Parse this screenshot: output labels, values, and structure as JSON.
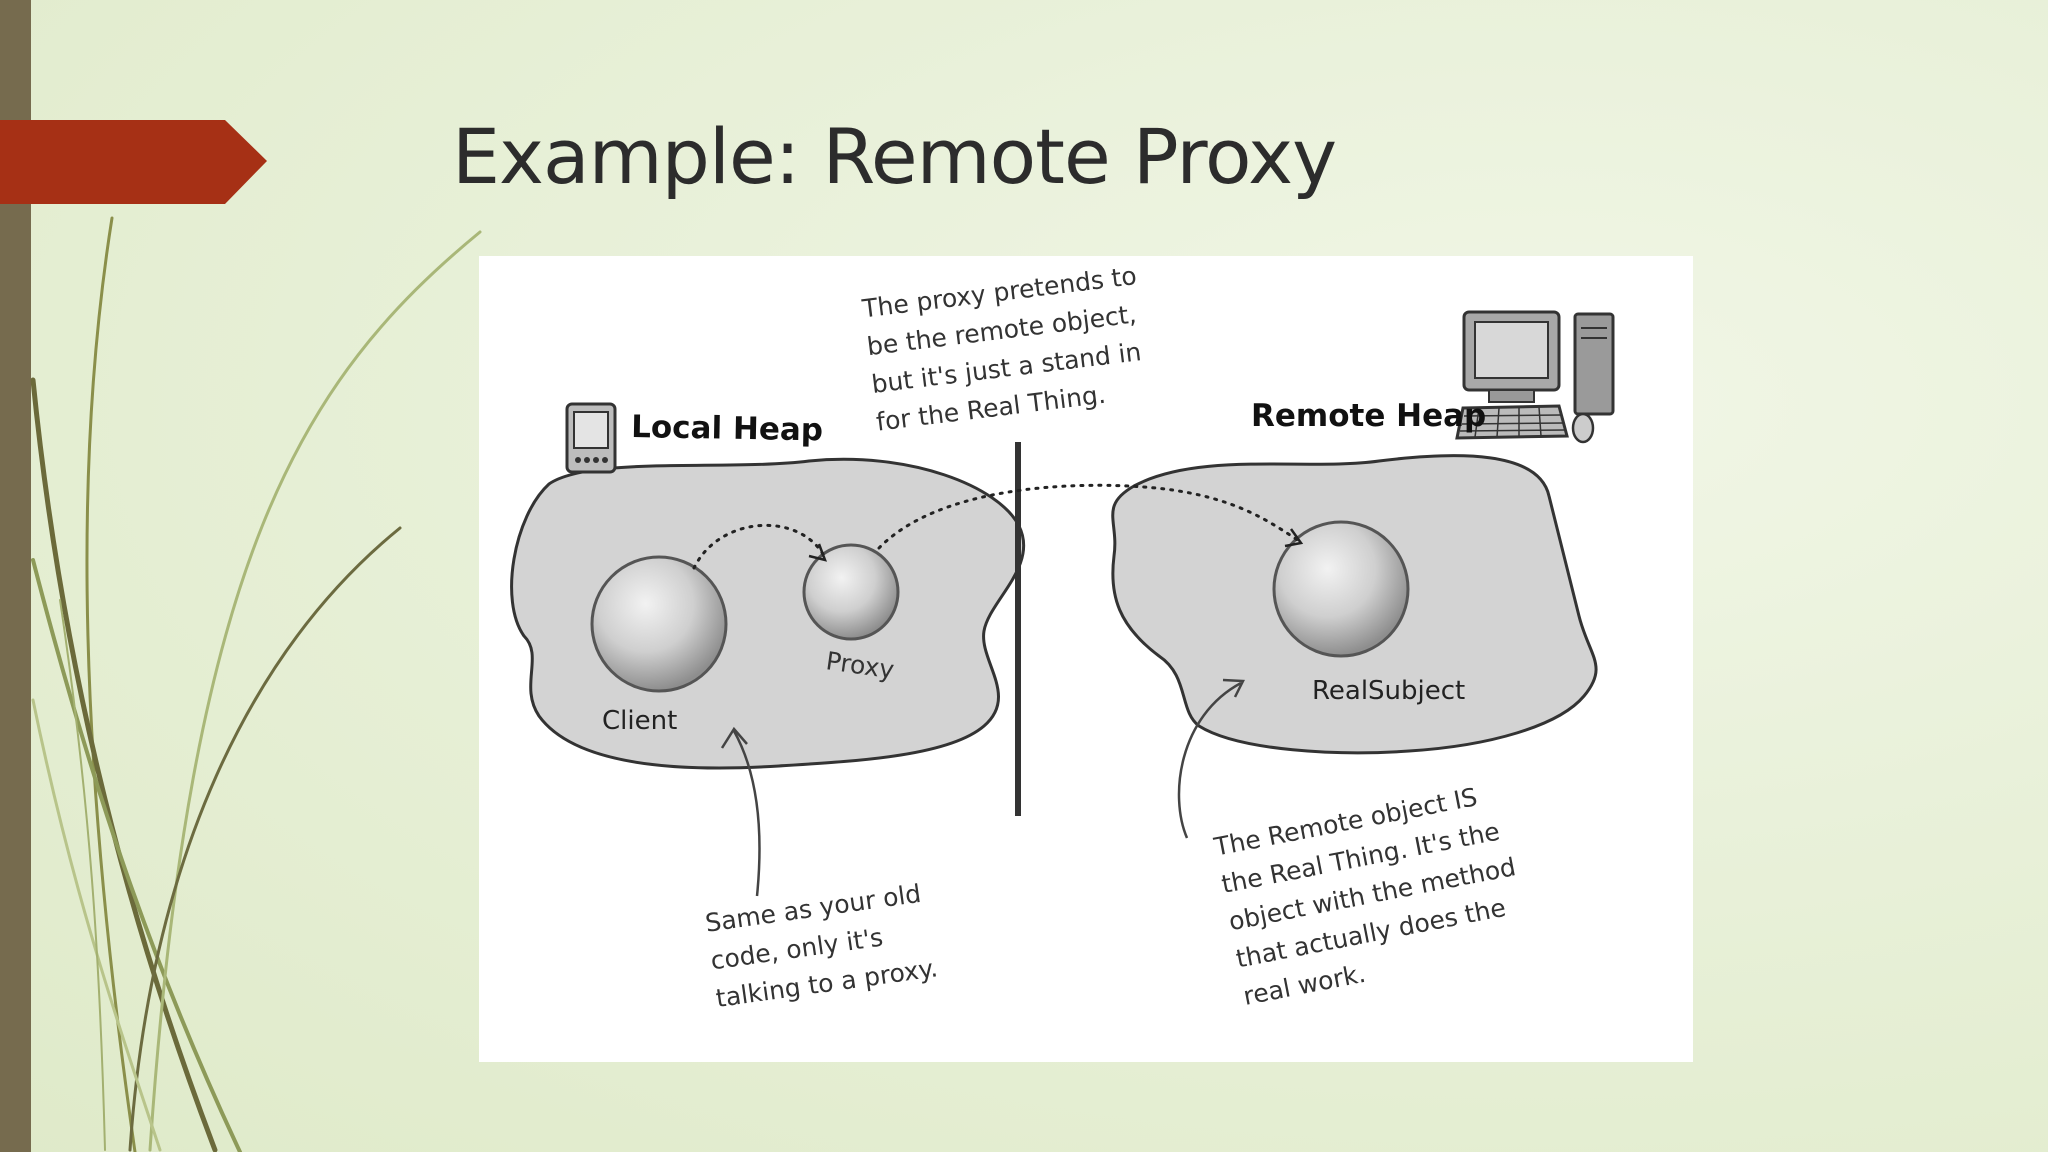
{
  "slide": {
    "title": "Example: Remote Proxy"
  },
  "diagram": {
    "local_heap_label": "Local Heap",
    "remote_heap_label": "Remote Heap",
    "client_label": "Client",
    "proxy_label": "Proxy",
    "real_subject_label": "RealSubject",
    "note_proxy": [
      "The proxy pretends to",
      "be the remote object,",
      "but it's just a stand in",
      "for the Real Thing."
    ],
    "note_client": [
      "Same as your old",
      "code, only it's",
      "talking to a proxy."
    ],
    "note_remote": [
      "The Remote object IS",
      "the Real Thing. It's the",
      "object with the method",
      "that actually does the",
      "real work."
    ]
  },
  "colors": {
    "accent_tab": "#a63015",
    "side_bar": "#766b4e",
    "heap_fill": "#d3d3d3"
  }
}
